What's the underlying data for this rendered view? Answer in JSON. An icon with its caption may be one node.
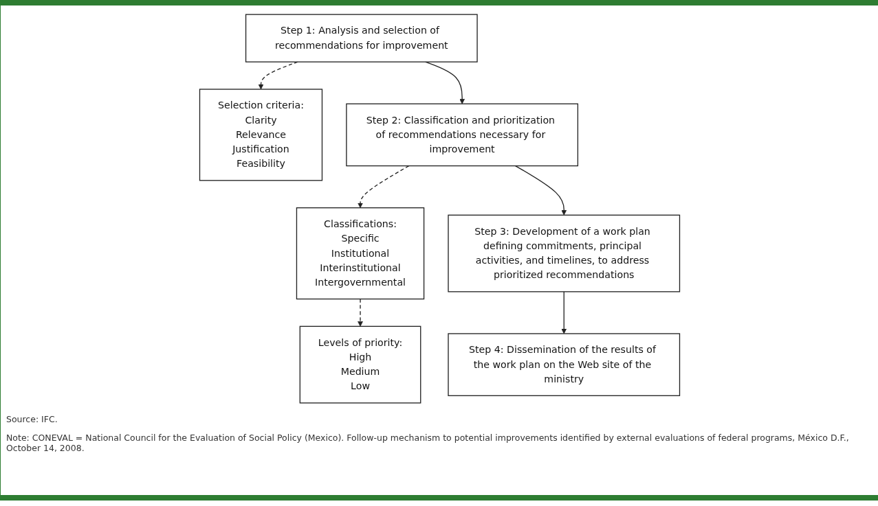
{
  "diagram": {
    "nodes": [
      {
        "text": [
          "Step 1: Analysis and selection of recommendations for improvement"
        ]
      },
      {
        "text": [
          "Selection criteria:",
          "Clarity",
          "Relevance",
          "Justification",
          "Feasibility"
        ]
      },
      {
        "text": [
          "Step 2: Classification and prioritization of recommendations necessary for improvement"
        ]
      },
      {
        "text": [
          "Classifications:",
          "Specific",
          "Institutional",
          "Interinstitutional",
          "Intergovernmental"
        ]
      },
      {
        "text": [
          "Levels of priority:",
          "High",
          "Medium",
          "Low"
        ]
      },
      {
        "text": [
          "Step 3: Development of a work plan defining commitments, principal activities, and timelines, to address prioritized recommendations"
        ]
      },
      {
        "text": [
          "Step 4: Dissemination of the results of the work plan on the Web site of the ministry"
        ]
      }
    ],
    "edges": [
      {
        "from": 0,
        "to": 1,
        "arrow": "to",
        "style": "dashed"
      },
      {
        "from": 0,
        "to": 2,
        "arrow": "to"
      },
      {
        "from": 2,
        "to": 3,
        "arrow": "to",
        "style": "dashed"
      },
      {
        "from": 3,
        "to": 4,
        "arrow": "to",
        "style": "dashed"
      },
      {
        "from": 2,
        "to": 5,
        "arrow": "to"
      },
      {
        "from": 5,
        "to": 6,
        "arrow": "to"
      }
    ],
    "labels": [
      "Source: IFC.",
      "Note: CONEVAL = National Council for the Evaluation of Social Policy (Mexico). Follow-up mechanism to potential improvements identified by external evaluations of federal programs, México D.F., October 14, 2008."
    ]
  }
}
